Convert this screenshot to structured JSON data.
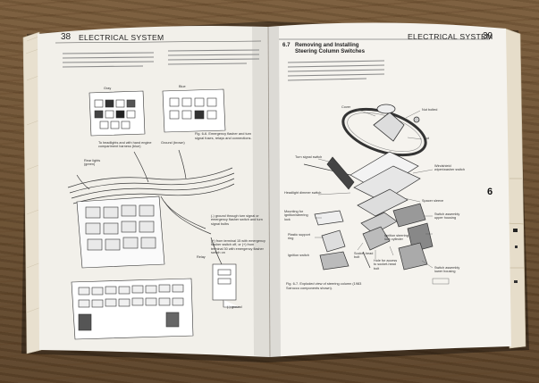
{
  "left_page": {
    "page_number": "38",
    "running_head": "Electrical System",
    "fig_caption": "Fig. 6-6. Emergency flasher and turn signal fuses, relays and connections.",
    "labels": {
      "gray": "Gray",
      "blue": "Blue",
      "headlights": "To headlights and with hand engine compartment harness (blue)",
      "ground": "Ground (brown)",
      "rear_lights": "Rear lights (green)",
      "ground_note": "(-) ground through turn signal or emergency flasher switch and turn signal bulbs",
      "from_terminal": "(+) from terminal 15 with emergency flasher switch off, or (+) from terminal 30 with emergency flasher switch on",
      "relay": "Relay",
      "minus_ground": "(-) ground"
    }
  },
  "right_page": {
    "page_number": "39",
    "running_head": "Electrical System",
    "section_number": "6.7",
    "section_title": "Removing and Installing Steering Column Switches",
    "fig_caption": "Fig. 6-7. Exploded view of steering column (1983 Scirocco components shown).",
    "tab": "6",
    "labels": {
      "cover": "Cover",
      "nut": "Nut",
      "nut_bolted": "Nut bolted",
      "turn_signal": "Turn signal switch",
      "windshield": "Windshield wiper/washer switch",
      "headlight_dimmer": "Headlight dimmer switch",
      "spacer_sleeve": "Spacer sleeve",
      "mounting": "Mounting for ignition/steering lock",
      "plastic_stop": "Plastic support ring",
      "ignition_lock": "Ignition steering lock cylinder",
      "ignition_switch": "Ignition switch",
      "socket_head": "Socket-head bolt",
      "hole": "Hole for access to socket-head bolt",
      "switch_upper": "Switch assembly upper housing",
      "switch_lower": "Switch assembly lower housing"
    }
  }
}
